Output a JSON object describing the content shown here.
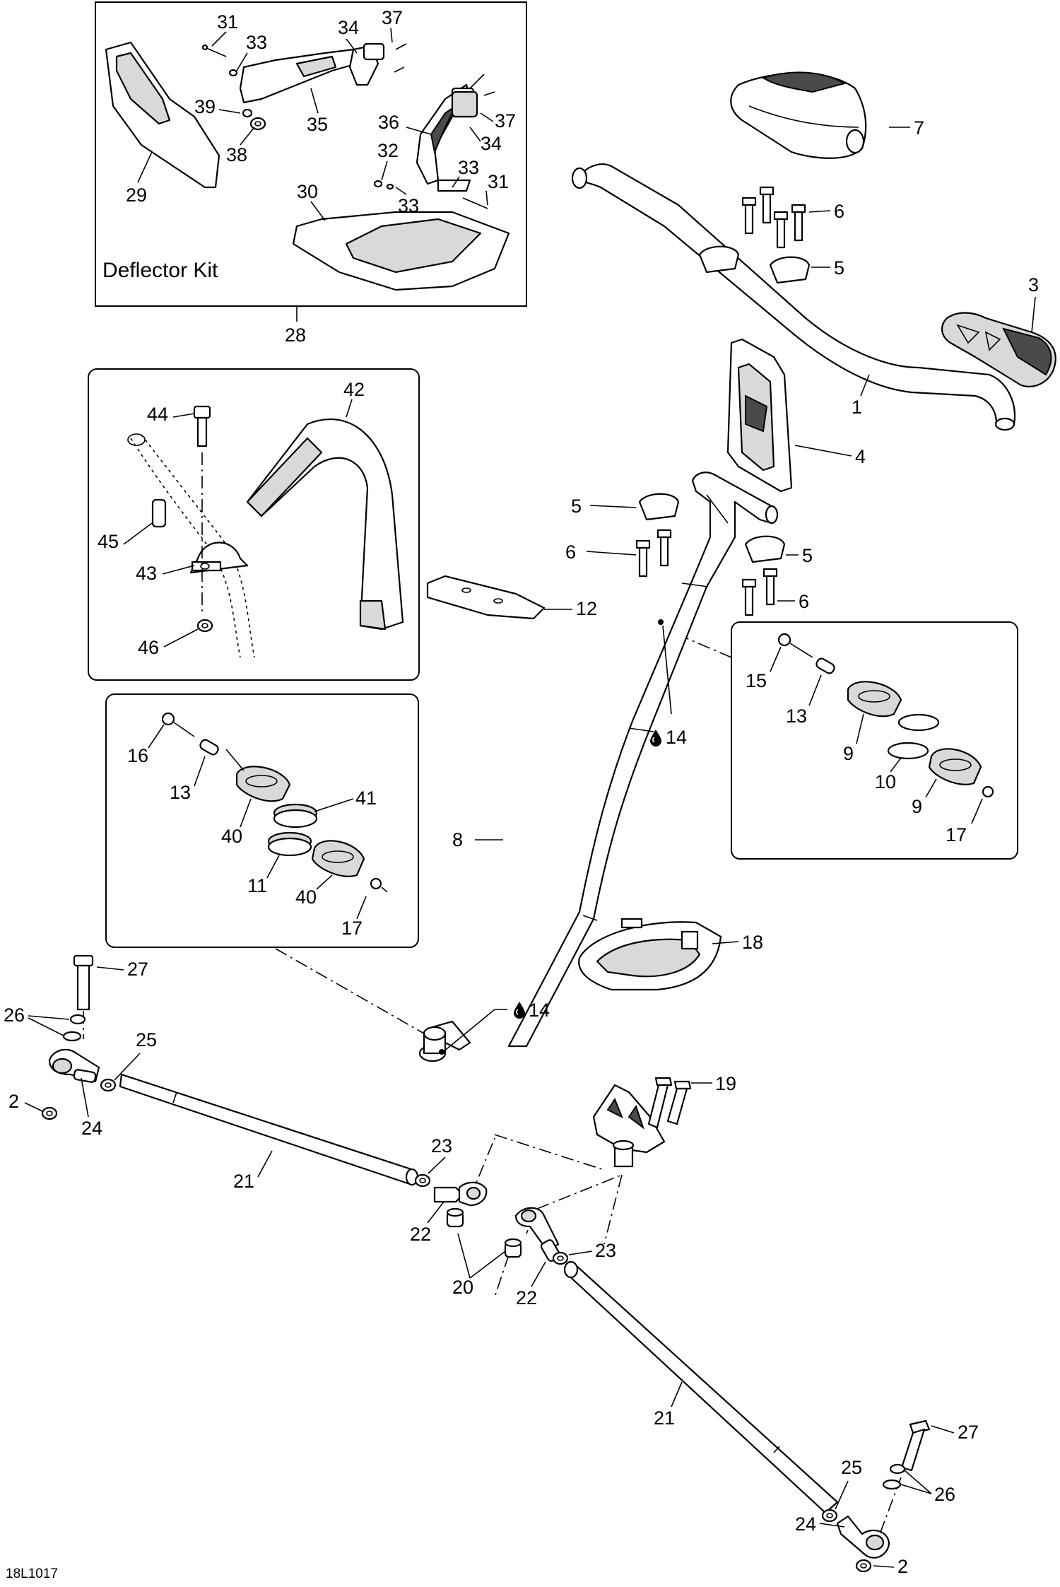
{
  "figure": {
    "code": "18L1017",
    "deflector_kit_title": "Deflector Kit",
    "callouts": {
      "c1": "1",
      "c2a": "2",
      "c2b": "2",
      "c3": "3",
      "c4": "4",
      "c5a": "5",
      "c5b": "5",
      "c5c": "5",
      "c6a": "6",
      "c6b": "6",
      "c6c": "6",
      "c7": "7",
      "c8": "8",
      "c9a": "9",
      "c9b": "9",
      "c10": "10",
      "c11": "11",
      "c12": "12",
      "c13a": "13",
      "c13b": "13",
      "c14a": "14",
      "c14b": "14",
      "c15": "15",
      "c16": "16",
      "c17a": "17",
      "c17b": "17",
      "c18": "18",
      "c19": "19",
      "c20": "20",
      "c21a": "21",
      "c21b": "21",
      "c22a": "22",
      "c22b": "22",
      "c23a": "23",
      "c23b": "23",
      "c24a": "24",
      "c24b": "24",
      "c25a": "25",
      "c25b": "25",
      "c26a": "26",
      "c26b": "26",
      "c27a": "27",
      "c27b": "27",
      "c28": "28",
      "c29": "29",
      "c30": "30",
      "c31a": "31",
      "c31b": "31",
      "c32": "32",
      "c33a": "33",
      "c33b": "33",
      "c33c": "33",
      "c34a": "34",
      "c34b": "34",
      "c35": "35",
      "c36": "36",
      "c37a": "37",
      "c37b": "37",
      "c38": "38",
      "c39": "39",
      "c40a": "40",
      "c40b": "40",
      "c41": "41",
      "c42": "42",
      "c43": "43",
      "c44": "44",
      "c45": "45",
      "c46": "46"
    },
    "icons": {
      "lubricant": "oil-drop-icon"
    }
  }
}
